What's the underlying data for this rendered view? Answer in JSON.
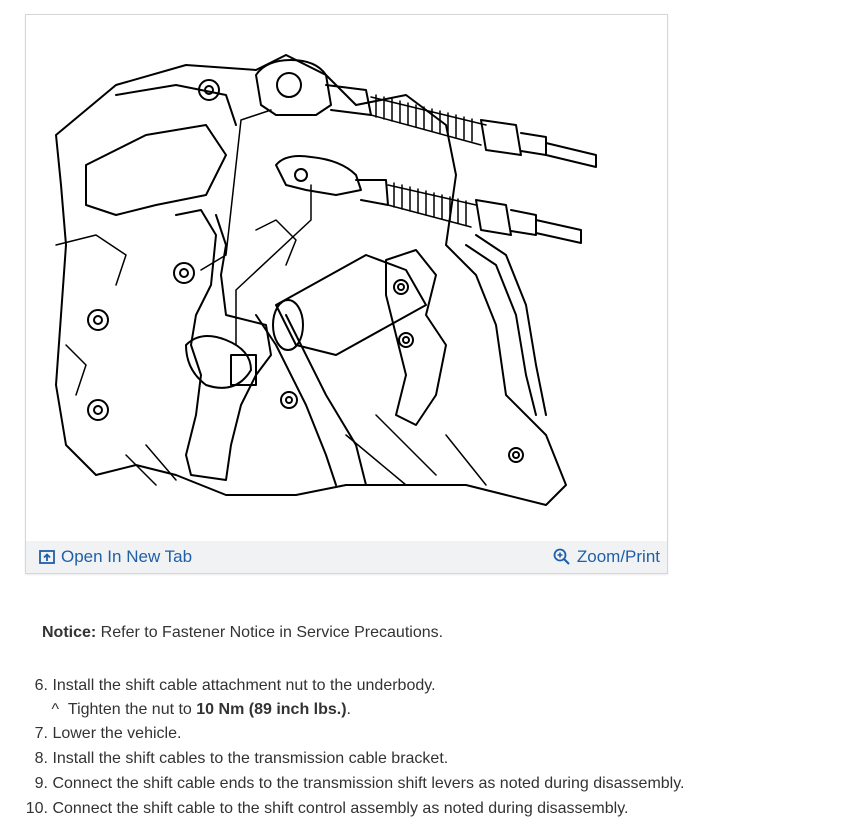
{
  "figure": {
    "open_tab_label": "Open In New Tab",
    "zoom_label": "Zoom/Print",
    "open_tab_icon": "open-new-tab-icon",
    "zoom_icon": "magnifier-plus-icon",
    "link_color": "#1f5fa8"
  },
  "notice": {
    "label": "Notice:",
    "text": " Refer to Fastener Notice in Service Precautions."
  },
  "steps": [
    {
      "number": "6.",
      "text": "Install the shift cable attachment nut to the underbody."
    },
    {
      "substep_marker": "^",
      "text_before": "Tighten the nut to ",
      "bold": "10 Nm (89 inch lbs.)",
      "text_after": "."
    },
    {
      "number": "7.",
      "text": "Lower the vehicle."
    },
    {
      "number": "8.",
      "text": "Install the shift cables to the transmission cable bracket."
    },
    {
      "number": "9.",
      "text": "Connect the shift cable ends to the transmission shift levers as noted during disassembly."
    },
    {
      "number": "10.",
      "text": "Connect the shift cable to the shift control assembly as noted during disassembly."
    }
  ]
}
